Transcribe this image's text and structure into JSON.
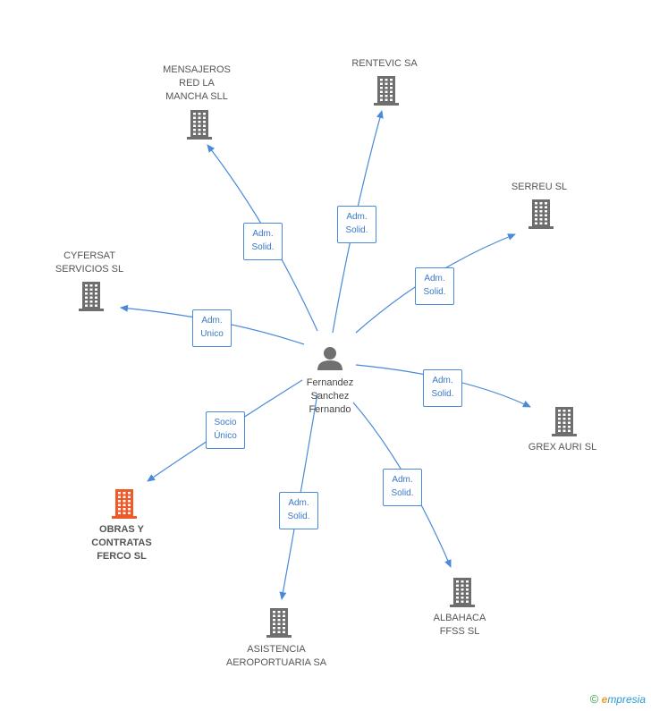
{
  "center": {
    "label": "Fernandez\nSanchez\nFernando"
  },
  "companies": {
    "mensajeros": "MENSAJEROS\nRED LA\nMANCHA SLL",
    "rentevic": "RENTEVIC SA",
    "serreu": "SERREU SL",
    "cyfersat": "CYFERSAT\nSERVICIOS SL",
    "grex": "GREX AURI SL",
    "obras": "OBRAS Y\nCONTRATAS\nFERCO SL",
    "asistencia": "ASISTENCIA\nAEROPORTUARIA SA",
    "albahaca": "ALBAHACA\nFFSS  SL"
  },
  "relations": {
    "mensajeros": "Adm.\nSolid.",
    "rentevic": "Adm.\nSolid.",
    "serreu": "Adm.\nSolid.",
    "cyfersat": "Adm.\nUnico",
    "grex": "Adm.\nSolid.",
    "obras": "Socio\nÚnico",
    "asistencia": "Adm.\nSolid.",
    "albahaca": "Adm.\nSolid."
  },
  "colors": {
    "edge": "#4a8ad8",
    "building": "#6e6e6e",
    "highlight": "#f05a28",
    "person": "#707070"
  },
  "footer": {
    "copyright_symbol": "©",
    "brand_e": "e",
    "brand_rest": "mpresia"
  }
}
